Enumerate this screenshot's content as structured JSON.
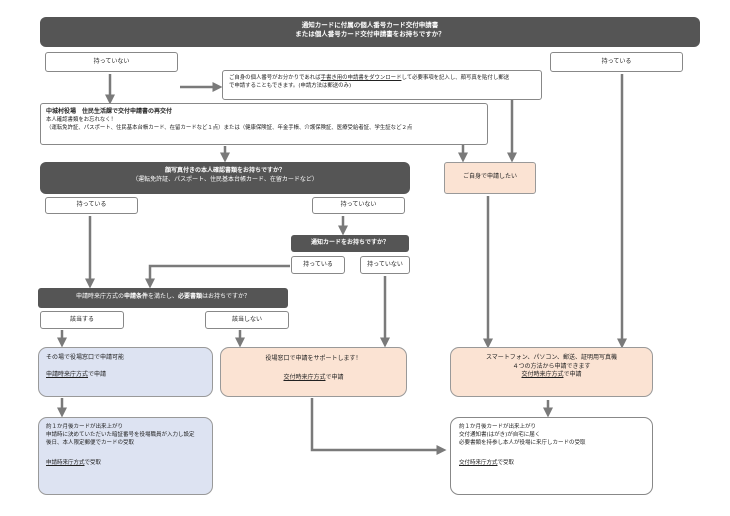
{
  "top_question": {
    "line1": "通知カードに付属の個人番号カード交付申請書",
    "line2": "または個人番号カード交付申請書をお持ちですか？"
  },
  "top_no": "持っていない",
  "top_yes": "持っている",
  "download_note": {
    "l1_pre": "ご自身の個人番号がお分かりであれば",
    "l1_link": "手書き用の申請書をダウンロード",
    "l1_post": "して必要事項を記入し、顔写真を貼付し郵送",
    "l2": "で申請することもできます。(申請方法は郵送のみ)"
  },
  "reissue": {
    "title": "中城村役場　住民生活課で交付申請書の再交付",
    "l1": "本人確認書類をお忘れなく！",
    "l2": "（運転免許証、パスポート、住民基本台帳カード、在留カードなど１点）または（健康保険証、年金手帳、介護保険証、医療受給者証、学生証など２点"
  },
  "photo_id": {
    "l1": "顔写真付きの本人確認書類をお持ちですか？",
    "l2": "（運転免許証、パスポート、住民基本台帳カード、在留カードなど）"
  },
  "self_apply": "ご自身で申請したい",
  "photo_yes": "持っている",
  "photo_no": "持っていない",
  "notif_card": "通知カードをお持ちですか？",
  "notif_yes": "持っている",
  "notif_no": "持っていない",
  "conditions": {
    "pre": "申請時来庁方式の",
    "bold1": "申請条件",
    "mid": "を満たし、",
    "bold2": "必要書類",
    "post": "はお持ちですか？"
  },
  "applies": "該当する",
  "not_applies": "該当しない",
  "counter_apply": {
    "l1": "その場で役場窓口で申請可能",
    "link": "申請時来庁方式",
    "post": "で申請"
  },
  "office_support": {
    "l1": "役場窓口で申請をサポートします！",
    "link": "交付時来庁方式",
    "post": "で申請"
  },
  "smartphone": {
    "l1": "スマートフォン、パソコン、郵送、証明用写真機",
    "l2": "４つの方法から申請できます",
    "link": "交付時来庁方式",
    "post": "で申請"
  },
  "result_left": {
    "l1": "約１か月後カードが出来上がり",
    "l2": "申請時に決めていただいた暗証番号を役場職員が入力し設定",
    "l3": "後日、本人限定郵便でカードの受取",
    "link": "申請時来庁方式",
    "post": "で受取"
  },
  "result_right": {
    "l1": "約１か月後カードが出来上がり",
    "l2": "交付通知書(はがき)が自宅に届く",
    "l3": "必要書類を持参し本人が役場に来庁しカードの受取",
    "link": "交付時来庁方式",
    "post": "で受取"
  },
  "colors": {
    "dark": "#555555",
    "peach": "#fbe3d3",
    "blue": "#dde3f2",
    "arrow": "#7a7a7a"
  }
}
